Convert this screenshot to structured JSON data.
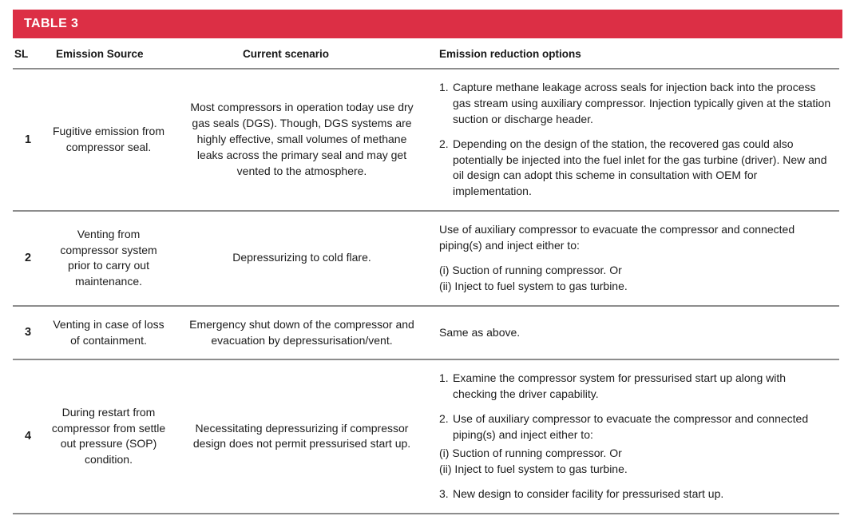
{
  "banner": {
    "label": "TABLE 3",
    "color": "#dc2f45"
  },
  "table": {
    "columns": [
      {
        "key": "sl",
        "header": "SL"
      },
      {
        "key": "src",
        "header": "Emission Source"
      },
      {
        "key": "cur",
        "header": "Current scenario"
      },
      {
        "key": "opt",
        "header": "Emission reduction options"
      }
    ],
    "rows": [
      {
        "sl": "1",
        "source": "Fugitive emission from compressor seal.",
        "current": "Most compressors in operation today use dry gas seals (DGS). Though, DGS systems are highly effective, small volumes of methane leaks across the primary seal and may get vented to the atmosphere.",
        "options": [
          {
            "marker": "1.",
            "text": "Capture methane leakage across seals for injection back into the process gas stream using auxiliary compressor. Injection typically given at the station suction or discharge header."
          },
          {
            "marker": "2.",
            "text": "Depending on the design of the station, the recovered gas could also potentially be injected into the fuel inlet for the gas turbine (driver). New and oil design can adopt this scheme in consultation with OEM for implementation."
          }
        ]
      },
      {
        "sl": "2",
        "source": "Venting from compressor system prior to carry out maintenance.",
        "current": "Depressurizing to cold flare.",
        "options": [
          {
            "marker": "",
            "text": "Use of auxiliary compressor to evacuate the compressor and connected piping(s) and inject either to:"
          },
          {
            "marker": "",
            "roman": [
              "(i) Suction of running compressor. Or",
              "(ii) Inject to fuel system to gas turbine."
            ]
          }
        ]
      },
      {
        "sl": "3",
        "source": "Venting in case of loss of containment.",
        "current": "Emergency shut down of the compressor and evacuation by depressurisation/vent.",
        "options": [
          {
            "marker": "",
            "text": "Same as above."
          }
        ]
      },
      {
        "sl": "4",
        "source": "During restart from compressor from settle out pressure (SOP) condition.",
        "current": "Necessitating depressurizing if compressor design does not permit pressurised start up.",
        "options": [
          {
            "marker": "1.",
            "text": "Examine the compressor system for pressurised start up along with checking the driver capability."
          },
          {
            "marker": "2.",
            "text": "Use of auxiliary compressor to evacuate the compressor and connected piping(s) and inject either to:"
          },
          {
            "marker": "",
            "roman": [
              "(i) Suction of running compressor. Or",
              "(ii) Inject to fuel system to gas turbine."
            ]
          },
          {
            "marker": "3.",
            "text": "New design to consider facility for pressurised start up."
          }
        ]
      }
    ]
  }
}
